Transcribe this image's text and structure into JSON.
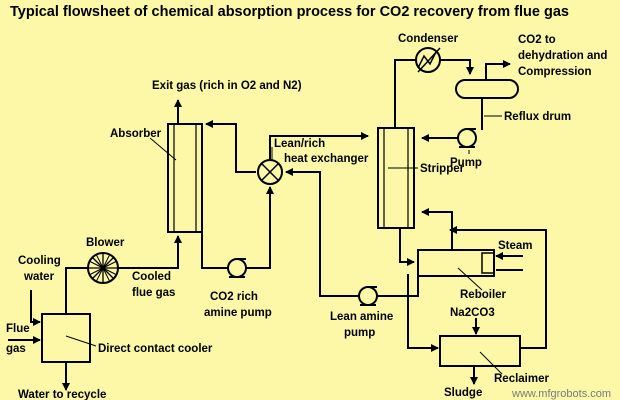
{
  "diagram": {
    "title": "Typical flowsheet of chemical absorption process for CO2 recovery from flue gas",
    "labels": {
      "exit_gas": "Exit gas (rich in O2 and N2)",
      "absorber": "Absorber",
      "lean_rich_1": "Lean/rich",
      "lean_rich_2": "heat exchanger",
      "condenser": "Condenser",
      "co2_1": "CO2 to",
      "co2_2": "dehydration and",
      "co2_3": "Compression",
      "reflux_drum": "Reflux drum",
      "pump": "Pump",
      "stripper": "Stripper",
      "steam": "Steam",
      "reboiler": "Reboiler",
      "na2co3": "Na2CO3",
      "reclaimer": "Reclaimer",
      "sludge": "Sludge",
      "blower": "Blower",
      "cooling_1": "Cooling",
      "cooling_2": "water",
      "cooled_1": "Cooled",
      "cooled_2": "flue gas",
      "co2_pump_1": "CO2 rich",
      "co2_pump_2": "amine pump",
      "lean_pump_1": "Lean amine",
      "lean_pump_2": "pump",
      "flue_1": "Flue",
      "flue_2": "gas",
      "cooler": "Direct contact cooler",
      "water_recycle": "Water to recycle"
    },
    "watermark": "www.mfgrobots.com"
  }
}
